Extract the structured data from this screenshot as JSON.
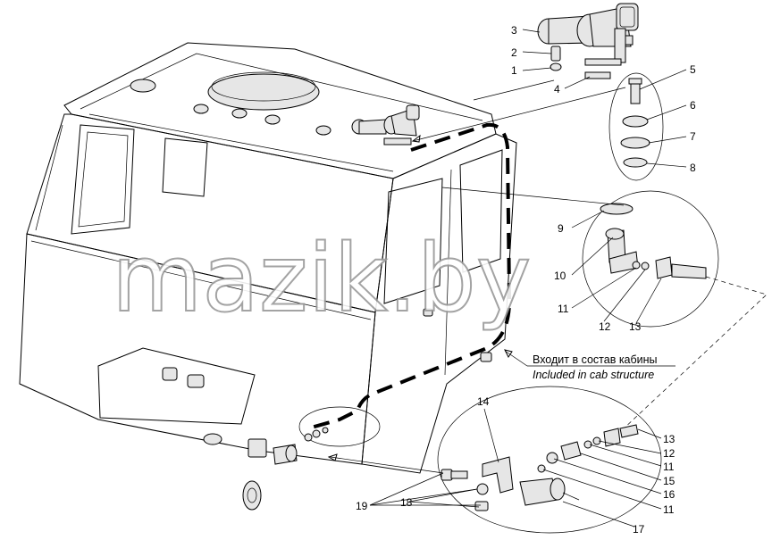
{
  "watermark": "mazik.by",
  "note": {
    "line1": "Входит в состав кабины",
    "line2": "Included in cab structure"
  },
  "callouts": [
    "1",
    "2",
    "3",
    "4",
    "5",
    "6",
    "7",
    "8",
    "9",
    "10",
    "11",
    "12",
    "13",
    "14",
    "15",
    "16",
    "17",
    "18",
    "19"
  ],
  "bottom_callouts": {
    "c13": "13",
    "c12": "12",
    "c11a": "11",
    "c15": "15",
    "c16": "16",
    "c11b": "11",
    "c17": "17",
    "c18": "18",
    "c19": "19",
    "c14": "14"
  }
}
